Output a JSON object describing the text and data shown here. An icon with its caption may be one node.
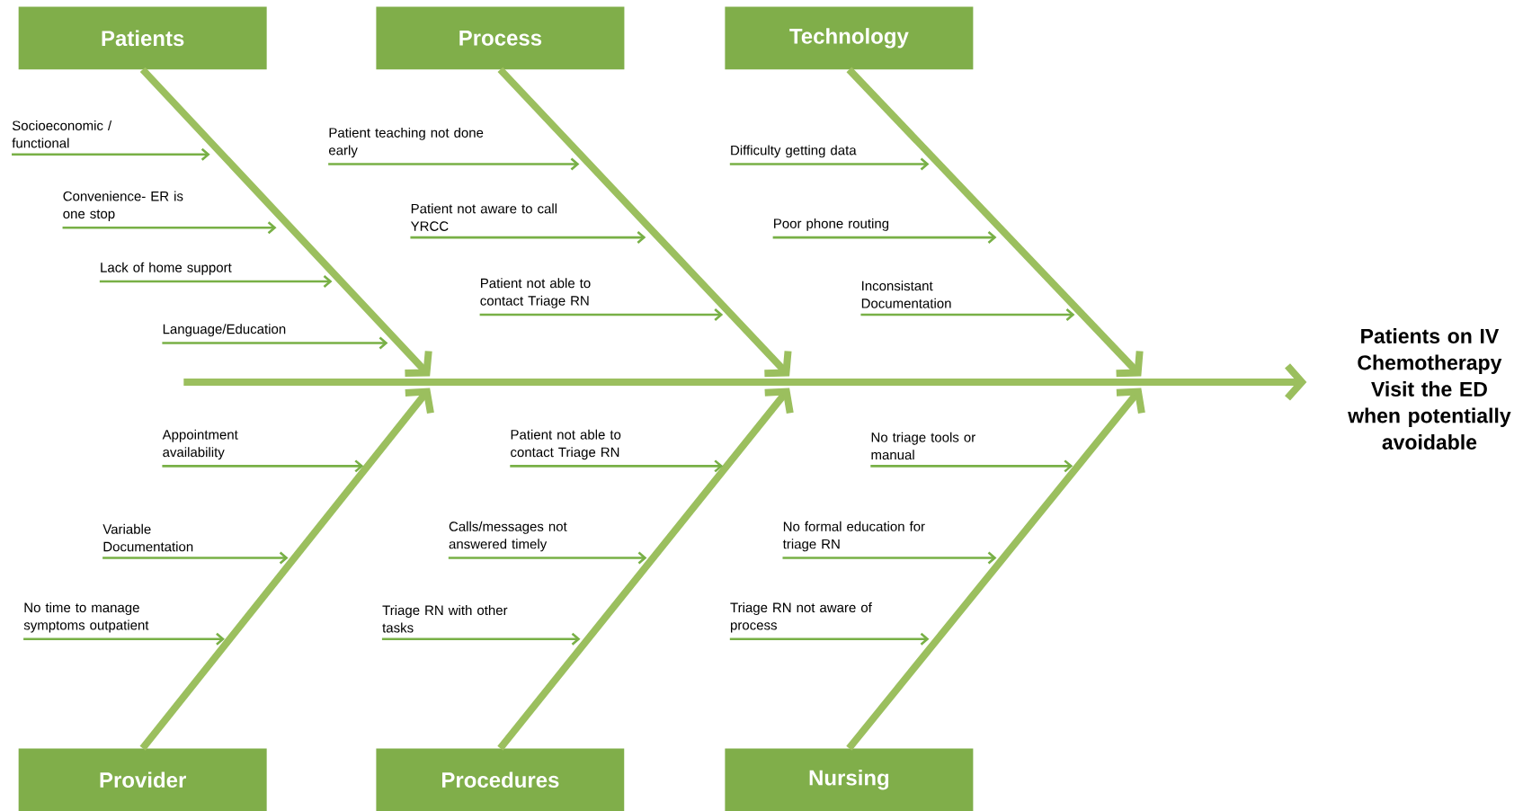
{
  "diagram": {
    "nodes": [
      {
        "text": [
          "Patients"
        ]
      },
      {
        "text": [
          "Process"
        ]
      },
      {
        "text": [
          "Technology"
        ]
      },
      {
        "text": [
          "Provider"
        ]
      },
      {
        "text": [
          "Procedures"
        ]
      },
      {
        "text": [
          "Nursing"
        ]
      },
      {
        "text": [
          "Patients on IV Chemotherapy Visit the ED when potentially avoidable"
        ]
      },
      {
        "text": [
          "Socioeconomic / functional"
        ]
      },
      {
        "text": [
          "Convenience- ER is one stop"
        ]
      },
      {
        "text": [
          "Lack of home support"
        ]
      },
      {
        "text": [
          "Language/Education"
        ]
      },
      {
        "text": [
          "Patient teaching not done early"
        ]
      },
      {
        "text": [
          "Patient not aware to call YRCC"
        ]
      },
      {
        "text": [
          "Patient not able to contact Triage RN"
        ]
      },
      {
        "text": [
          "Difficulty getting data"
        ]
      },
      {
        "text": [
          "Poor phone routing"
        ]
      },
      {
        "text": [
          "Inconsistant Documentation"
        ]
      },
      {
        "text": [
          "Appointment availability"
        ]
      },
      {
        "text": [
          "Variable Documentation"
        ]
      },
      {
        "text": [
          "No time to manage symptoms outpatient"
        ]
      },
      {
        "text": [
          "Patient not able to contact Triage RN"
        ]
      },
      {
        "text": [
          "Calls/messages not answered timely"
        ]
      },
      {
        "text": [
          "Triage RN with other tasks"
        ]
      },
      {
        "text": [
          "No triage tools or manual"
        ]
      },
      {
        "text": [
          "No formal education for triage RN"
        ]
      },
      {
        "text": [
          "Triage RN not aware of process"
        ]
      }
    ],
    "edges": [
      {
        "from": null,
        "to": 6,
        "arrow": "to",
        "style": "thick"
      },
      {
        "from": 0,
        "to": null,
        "arrow": "to",
        "style": "thick"
      },
      {
        "from": 1,
        "to": null,
        "arrow": "to",
        "style": "thick"
      },
      {
        "from": 2,
        "to": null,
        "arrow": "to",
        "style": "thick"
      },
      {
        "from": 3,
        "to": null,
        "arrow": "to",
        "style": "thick"
      },
      {
        "from": 4,
        "to": null,
        "arrow": "to",
        "style": "thick"
      },
      {
        "from": 5,
        "to": null,
        "arrow": "to",
        "style": "thick"
      },
      {
        "from": 7,
        "to": null,
        "arrow": "to"
      },
      {
        "from": 8,
        "to": null,
        "arrow": "to"
      },
      {
        "from": 9,
        "to": null,
        "arrow": "to"
      },
      {
        "from": 10,
        "to": null,
        "arrow": "to"
      },
      {
        "from": 11,
        "to": null,
        "arrow": "to"
      },
      {
        "from": 12,
        "to": null,
        "arrow": "to"
      },
      {
        "from": 13,
        "to": null,
        "arrow": "to"
      },
      {
        "from": 14,
        "to": null,
        "arrow": "to"
      },
      {
        "from": 15,
        "to": null,
        "arrow": "to"
      },
      {
        "from": 16,
        "to": null,
        "arrow": "to"
      },
      {
        "from": 17,
        "to": null,
        "arrow": "to"
      },
      {
        "from": 18,
        "to": null,
        "arrow": "to"
      },
      {
        "from": 19,
        "to": null,
        "arrow": "to"
      },
      {
        "from": 20,
        "to": null,
        "arrow": "to"
      },
      {
        "from": 21,
        "to": null,
        "arrow": "to"
      },
      {
        "from": 22,
        "to": null,
        "arrow": "to"
      },
      {
        "from": 23,
        "to": null,
        "arrow": "to"
      },
      {
        "from": 24,
        "to": null,
        "arrow": "to"
      },
      {
        "from": 25,
        "to": null,
        "arrow": "to"
      }
    ]
  }
}
